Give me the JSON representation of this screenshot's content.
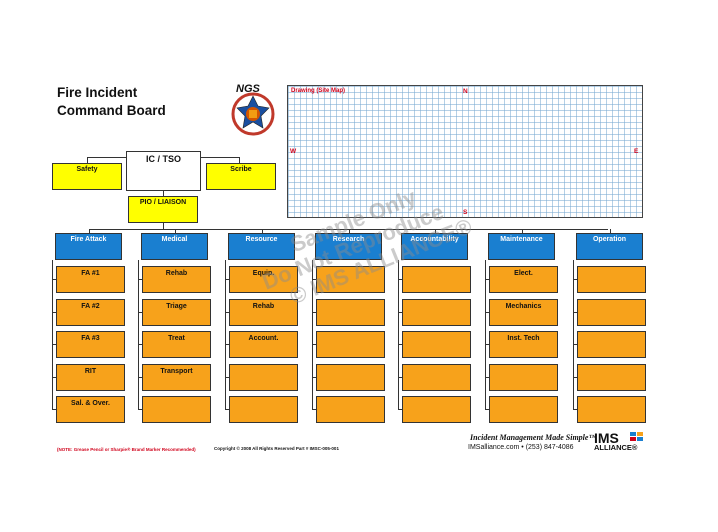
{
  "title": {
    "line1": "Fire Incident",
    "line2": "Command Board"
  },
  "logo": {
    "text": "NGS",
    "icon": "fire-department-badge-icon"
  },
  "map": {
    "label": "Drawing (Site Map)",
    "north": "N",
    "south": "S",
    "east": "E",
    "west": "W"
  },
  "command": {
    "ic": "IC / TSO",
    "safety": "Safety",
    "scribe": "Scribe",
    "pio": "PIO / LIAISON"
  },
  "columns": [
    {
      "header": "Fire Attack",
      "cells": [
        "FA #1",
        "FA #2",
        "FA #3",
        "RIT",
        "Sal. & Over."
      ]
    },
    {
      "header": "Medical",
      "cells": [
        "Rehab",
        "Triage",
        "Treat",
        "Transport",
        ""
      ]
    },
    {
      "header": "Resource",
      "cells": [
        "Equip.",
        "Rehab",
        "Account.",
        "",
        ""
      ]
    },
    {
      "header": "Research",
      "cells": [
        "",
        "",
        "",
        "",
        ""
      ]
    },
    {
      "header": "Accountability",
      "cells": [
        "",
        "",
        "",
        "",
        ""
      ]
    },
    {
      "header": "Maintenance",
      "cells": [
        "Elect.",
        "Mechanics",
        "Inst. Tech",
        "",
        ""
      ]
    },
    {
      "header": "Operation",
      "cells": [
        "",
        "",
        "",
        "",
        ""
      ]
    }
  ],
  "watermark": {
    "line1": "Sample Only",
    "line2": "Do Not Reproduce",
    "line3": "© IMS ALLIANCE®"
  },
  "footer": {
    "note": "(NOTE: Grease Pencil or Sharpie® Brand Marker Recommended)",
    "copyright": "Copyright © 2008  All Rights Reserved   Part # IMSC-005-001",
    "tagline": "Incident Management Made Simple™",
    "website": "IMSalliance.com  •  (253) 847-4086",
    "brand": "IMS",
    "brand2": "ALLIANCE®"
  },
  "colors": {
    "blue": "#1a7fd0",
    "orange": "#f7a21b",
    "yellow": "#ffff00",
    "red": "#d0021b"
  }
}
